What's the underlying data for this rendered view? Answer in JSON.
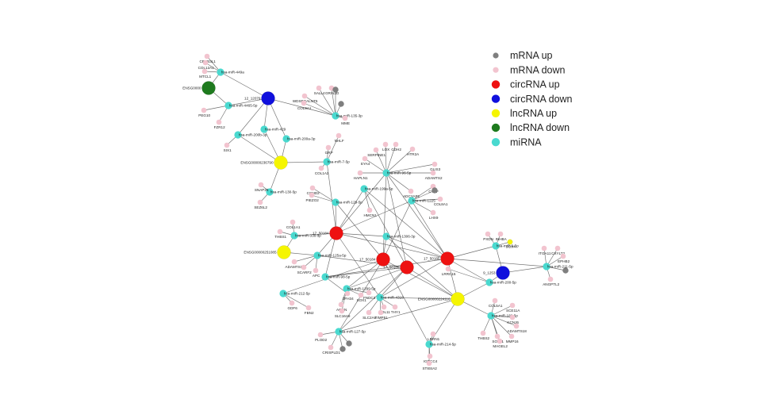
{
  "colors": {
    "mrna_up": "#7f7f7f",
    "mrna_down": "#f2c4cf",
    "circrna_up": "#ee1111",
    "circrna_down": "#1010dd",
    "lncrna_up": "#f5f500",
    "lncrna_down": "#1e7a1e",
    "mirna": "#49d9cf"
  },
  "legend": [
    {
      "key": "mrna_up",
      "label": "mRNA up"
    },
    {
      "key": "mrna_down",
      "label": "mRNA down"
    },
    {
      "key": "circrna_up",
      "label": "circRNA up"
    },
    {
      "key": "circrna_down",
      "label": "circRNA down"
    },
    {
      "key": "lncrna_up",
      "label": "lncRNA up"
    },
    {
      "key": "lncrna_down",
      "label": "lncRNA down"
    },
    {
      "key": "mirna",
      "label": "miRNA"
    }
  ],
  "nodes": [
    {
      "id": "c1",
      "label": "12_12079",
      "type": "circrna_down"
    },
    {
      "id": "c2",
      "label": "17_50184",
      "type": "circrna_up"
    },
    {
      "id": "c3",
      "label": "17_50184",
      "type": "circrna_up"
    },
    {
      "id": "c4",
      "label": "17_50185",
      "type": "circrna_up"
    },
    {
      "id": "c5",
      "label": "17_50185",
      "type": "circrna_up"
    },
    {
      "id": "c6",
      "label": "9_1253",
      "type": "circrna_down"
    },
    {
      "id": "l1",
      "label": "ENSG0000",
      "type": "lncrna_down"
    },
    {
      "id": "l2",
      "label": "ENSG00000236790",
      "type": "lncrna_up"
    },
    {
      "id": "l3",
      "label": "ENSG00000251085",
      "type": "lncrna_up"
    },
    {
      "id": "l4",
      "label": "ENSG00000224116",
      "type": "lncrna_up"
    },
    {
      "id": "m1",
      "label": "hsa-miR-449a",
      "type": "mirna"
    },
    {
      "id": "m2",
      "label": "hsa-miR-4465-5p",
      "type": "mirna"
    },
    {
      "id": "m3",
      "label": "hsa-miR-429",
      "type": "mirna"
    },
    {
      "id": "m4",
      "label": "hsa-miR-200b-3p",
      "type": "mirna"
    },
    {
      "id": "m5",
      "label": "hsa-miR-200a-3p",
      "type": "mirna"
    },
    {
      "id": "m6",
      "label": "hsa-miR-135-3p",
      "type": "mirna"
    },
    {
      "id": "m7",
      "label": "hsa-miR-7-5p",
      "type": "mirna"
    },
    {
      "id": "m8",
      "label": "hsa-miR-130-5p",
      "type": "mirna"
    },
    {
      "id": "m9",
      "label": "hsa-miR-129-5p",
      "type": "mirna"
    },
    {
      "id": "m10",
      "label": "hsa-miR-199a-5p",
      "type": "mirna"
    },
    {
      "id": "m11",
      "label": "hsa-miR-96-5p",
      "type": "mirna"
    },
    {
      "id": "m12",
      "label": "hsa-miR-1225",
      "type": "mirna"
    },
    {
      "id": "m13",
      "label": "hsa-miR-338-3p",
      "type": "mirna"
    },
    {
      "id": "m14",
      "label": "hsa-miR-1306-3p",
      "type": "mirna"
    },
    {
      "id": "m15",
      "label": "hsa-miR-125a-5p",
      "type": "mirna"
    },
    {
      "id": "m16",
      "label": "hsa-miR-98-5p",
      "type": "mirna"
    },
    {
      "id": "m17",
      "label": "hsa-miR-212-5p",
      "type": "mirna"
    },
    {
      "id": "m18",
      "label": "hsa-miR-1299-5p",
      "type": "mirna"
    },
    {
      "id": "m19",
      "label": "hsa-miR-4318",
      "type": "mirna"
    },
    {
      "id": "m20",
      "label": "hsa-miR-127-5p",
      "type": "mirna"
    },
    {
      "id": "m21",
      "label": "hsa-miR-214-5p",
      "type": "mirna"
    },
    {
      "id": "m22",
      "label": "hsa-miR-9-5p",
      "type": "mirna"
    },
    {
      "id": "m23",
      "label": "hsa-miR-200-5p",
      "type": "mirna"
    },
    {
      "id": "m24",
      "label": "hsa-miR-211-5p",
      "type": "mirna"
    },
    {
      "id": "m25",
      "label": "hsa-miR-182-5p",
      "type": "mirna"
    },
    {
      "id": "g1",
      "label": "CREB3L1",
      "type": "mrna_down"
    },
    {
      "id": "g2",
      "label": "COL12A1",
      "type": "mrna_down"
    },
    {
      "id": "g3",
      "label": "MTCL1",
      "type": "mrna_down"
    },
    {
      "id": "g4",
      "label": "PEG10",
      "type": "mrna_down"
    },
    {
      "id": "g5",
      "label": "FZR12",
      "type": "mrna_down"
    },
    {
      "id": "g6",
      "label": "SIX1",
      "type": "mrna_down"
    },
    {
      "id": "g7",
      "label": "SALL4",
      "type": "mrna_down"
    },
    {
      "id": "g8",
      "label": "GRIN2D",
      "type": "mrna_down"
    },
    {
      "id": "g9",
      "label": "WDSPGALNT5",
      "type": "mrna_down"
    },
    {
      "id": "g10",
      "label": "COL9A1",
      "type": "mrna_down"
    },
    {
      "id": "g11",
      "label": "MME",
      "type": "mrna_down"
    },
    {
      "id": "g12",
      "label": "NHLF",
      "type": "mrna_down"
    },
    {
      "id": "g13",
      "label": "GRP",
      "type": "mrna_down"
    },
    {
      "id": "g14",
      "label": "COL1A2",
      "type": "mrna_down"
    },
    {
      "id": "g15",
      "label": "SNAP25",
      "type": "mrna_down"
    },
    {
      "id": "g16",
      "label": "SEZ6L2",
      "type": "mrna_down"
    },
    {
      "id": "g17",
      "label": "CSMD2",
      "type": "mrna_down"
    },
    {
      "id": "g18",
      "label": "PIEZO2",
      "type": "mrna_down"
    },
    {
      "id": "g19",
      "label": "LOX",
      "type": "mrna_down"
    },
    {
      "id": "g20",
      "label": "CDH2",
      "type": "mrna_down"
    },
    {
      "id": "g21",
      "label": "HTR2A",
      "type": "mrna_down"
    },
    {
      "id": "g22",
      "label": "SERPINE1",
      "type": "mrna_down"
    },
    {
      "id": "g23",
      "label": "EYA4",
      "type": "mrna_down"
    },
    {
      "id": "g24",
      "label": "GLIS3",
      "type": "mrna_down"
    },
    {
      "id": "g25",
      "label": "HAPLN1",
      "type": "mrna_down"
    },
    {
      "id": "g26",
      "label": "ADAMTS2",
      "type": "mrna_down"
    },
    {
      "id": "g27",
      "label": "CTGF",
      "type": "mrna_down"
    },
    {
      "id": "g28",
      "label": "ADCYAP1",
      "type": "mrna_down"
    },
    {
      "id": "g29",
      "label": "COL8A1",
      "type": "mrna_down"
    },
    {
      "id": "g30",
      "label": "HMCN1",
      "type": "mrna_down"
    },
    {
      "id": "g31",
      "label": "LHX9",
      "type": "mrna_down"
    },
    {
      "id": "g32",
      "label": "COL1A1",
      "type": "mrna_down"
    },
    {
      "id": "g33",
      "label": "THBS1",
      "type": "mrna_down"
    },
    {
      "id": "g34",
      "label": "ADAMTS14",
      "type": "mrna_down"
    },
    {
      "id": "g35",
      "label": "SCARF2",
      "type": "mrna_down"
    },
    {
      "id": "g36",
      "label": "APC",
      "type": "mrna_down"
    },
    {
      "id": "g37",
      "label": "GDF6",
      "type": "mrna_down"
    },
    {
      "id": "g38",
      "label": "FBN2",
      "type": "mrna_down"
    },
    {
      "id": "g39",
      "label": "ZFH34",
      "type": "mrna_down"
    },
    {
      "id": "g40",
      "label": "SOX1",
      "type": "mrna_down"
    },
    {
      "id": "g41",
      "label": "FNDC3",
      "type": "mrna_down"
    },
    {
      "id": "g42",
      "label": "AGRN",
      "type": "mrna_down"
    },
    {
      "id": "g43",
      "label": "SLC16A9",
      "type": "mrna_down"
    },
    {
      "id": "g44",
      "label": "COL11",
      "type": "mrna_down"
    },
    {
      "id": "g45",
      "label": "SLC2A8",
      "type": "mrna_down"
    },
    {
      "id": "g46",
      "label": "TIMP51",
      "type": "mrna_down"
    },
    {
      "id": "g47",
      "label": "THY1",
      "type": "mrna_down"
    },
    {
      "id": "g48",
      "label": "PLOD2",
      "type": "mrna_down"
    },
    {
      "id": "g49",
      "label": "CRISPLD1",
      "type": "mrna_down"
    },
    {
      "id": "g50",
      "label": "LRRN1",
      "type": "mrna_down"
    },
    {
      "id": "g51",
      "label": "IGDCC4",
      "type": "mrna_down"
    },
    {
      "id": "g52",
      "label": "ST8SIA2",
      "type": "mrna_down"
    },
    {
      "id": "g53",
      "label": "LRRC15",
      "type": "mrna_down"
    },
    {
      "id": "g54",
      "label": "PXDN",
      "type": "mrna_down"
    },
    {
      "id": "g55",
      "label": "INHBA",
      "type": "mrna_down"
    },
    {
      "id": "g56",
      "label": "ITGA11",
      "type": "mrna_down"
    },
    {
      "id": "g57",
      "label": "CXYLT2",
      "type": "mrna_down"
    },
    {
      "id": "g58",
      "label": "EPHB2",
      "type": "mrna_down"
    },
    {
      "id": "g59",
      "label": "ANGPTL2",
      "type": "mrna_down"
    },
    {
      "id": "g60",
      "label": "COL5A1",
      "type": "mrna_down"
    },
    {
      "id": "g61",
      "label": "SCE11A",
      "type": "mrna_down"
    },
    {
      "id": "g62",
      "label": "KCNJ6",
      "type": "mrna_down"
    },
    {
      "id": "g63",
      "label": "ADAMTS18",
      "type": "mrna_down"
    },
    {
      "id": "g64",
      "label": "THBS2",
      "type": "mrna_down"
    },
    {
      "id": "g65",
      "label": "SOX11",
      "type": "mrna_down"
    },
    {
      "id": "g66",
      "label": "MAGEL2",
      "type": "mrna_down"
    },
    {
      "id": "g67",
      "label": "MMP16",
      "type": "mrna_down"
    },
    {
      "id": "u1",
      "label": "",
      "type": "mrna_up"
    },
    {
      "id": "u2",
      "label": "",
      "type": "mrna_up"
    },
    {
      "id": "u3",
      "label": "",
      "type": "mrna_up"
    },
    {
      "id": "u4",
      "label": "",
      "type": "mrna_up"
    },
    {
      "id": "u5",
      "label": "",
      "type": "mrna_up"
    },
    {
      "id": "u6",
      "label": "",
      "type": "mrna_up"
    },
    {
      "id": "u7",
      "label": "SOX4",
      "type": "lncrna_up"
    }
  ]
}
